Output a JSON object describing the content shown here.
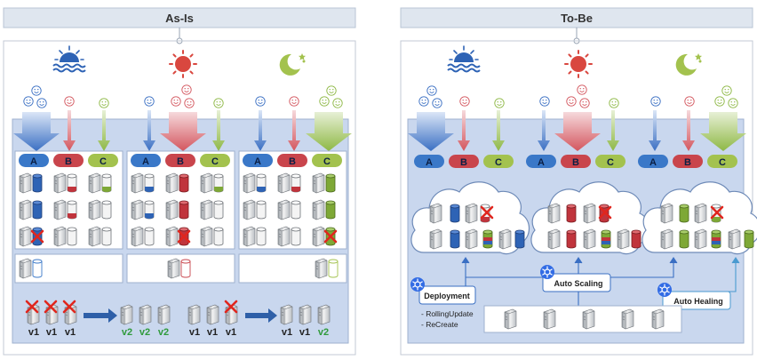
{
  "left_panel": {
    "title": "As-Is",
    "service_labels": [
      "A",
      "B",
      "C"
    ],
    "version_rows": [
      {
        "before": [
          "v1",
          "v1",
          "v1"
        ],
        "after": [
          "v2",
          "v2",
          "v2"
        ]
      },
      {
        "before": [
          "v1",
          "v1",
          "v1"
        ],
        "after": [
          "v1",
          "v1",
          "v2"
        ]
      }
    ]
  },
  "right_panel": {
    "title": "To-Be",
    "service_labels": [
      "A",
      "B",
      "C"
    ],
    "deployment": {
      "label": "Deployment",
      "strategies": [
        "- RollingUpdate",
        "- ReCreate"
      ]
    },
    "auto_scaling_label": "Auto Scaling",
    "auto_healing_label": "Auto Healing"
  },
  "colors": {
    "header_bg": "#dfe6ef",
    "panel_bg": "#c9d7ee",
    "pill_blue": "#3a78c8",
    "pill_red": "#c9454c",
    "pill_green": "#a3c24e",
    "arrow_blue": "#3a6fc3",
    "arrow_red": "#d3565e",
    "arrow_green": "#8eb845",
    "cross_red": "#e0261e",
    "v2_green": "#2f9a3b"
  },
  "icons": [
    "sunrise-icon",
    "sun-icon",
    "moon-icon",
    "smiley-icon",
    "server-icon",
    "database-icon",
    "kubernetes-icon",
    "cloud-icon"
  ]
}
